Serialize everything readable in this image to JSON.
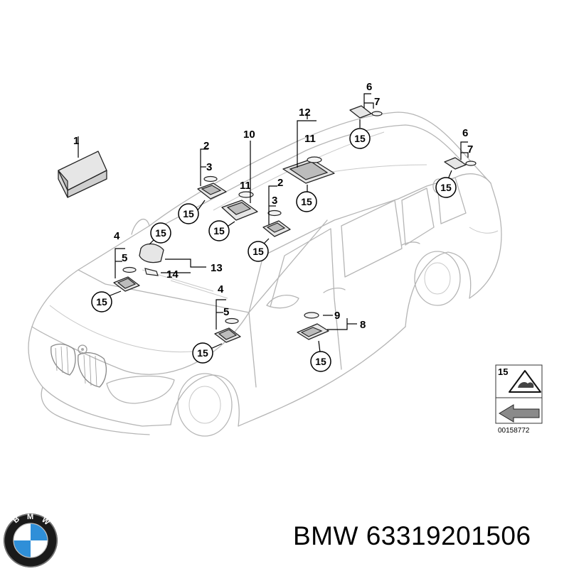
{
  "footer": {
    "brand": "BMW",
    "part_number": "63319201506",
    "logo_letters": "BMW"
  },
  "reference": {
    "number": "15",
    "code": "00158772"
  },
  "labels": [
    "1",
    "2",
    "3",
    "4",
    "5",
    "6",
    "7",
    "8",
    "9",
    "10",
    "11",
    "12",
    "13",
    "14"
  ],
  "callout_value": "15",
  "colors": {
    "outline": "#b5b5b5",
    "ink": "#000000",
    "bmw_blue": "#2f8fd8",
    "bmw_ring": "#1a1a1a"
  }
}
